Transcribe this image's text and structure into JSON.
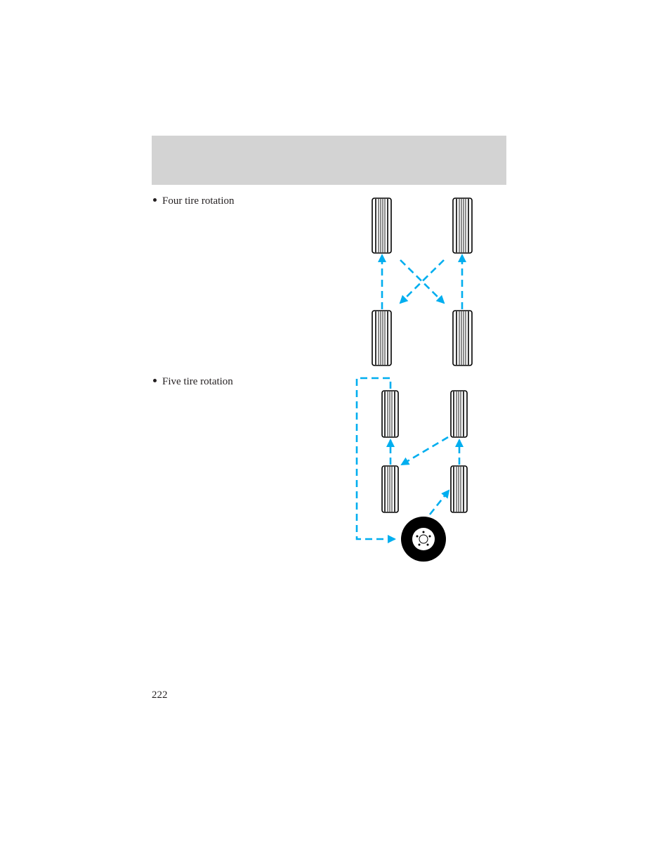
{
  "header": {
    "band_color": "#d3d3d3"
  },
  "list": {
    "items": [
      {
        "label": "Four tire rotation"
      },
      {
        "label": "Five tire rotation"
      }
    ]
  },
  "colors": {
    "arrow": "#00aeef",
    "tire": "#000000"
  },
  "page": {
    "number": "222"
  }
}
